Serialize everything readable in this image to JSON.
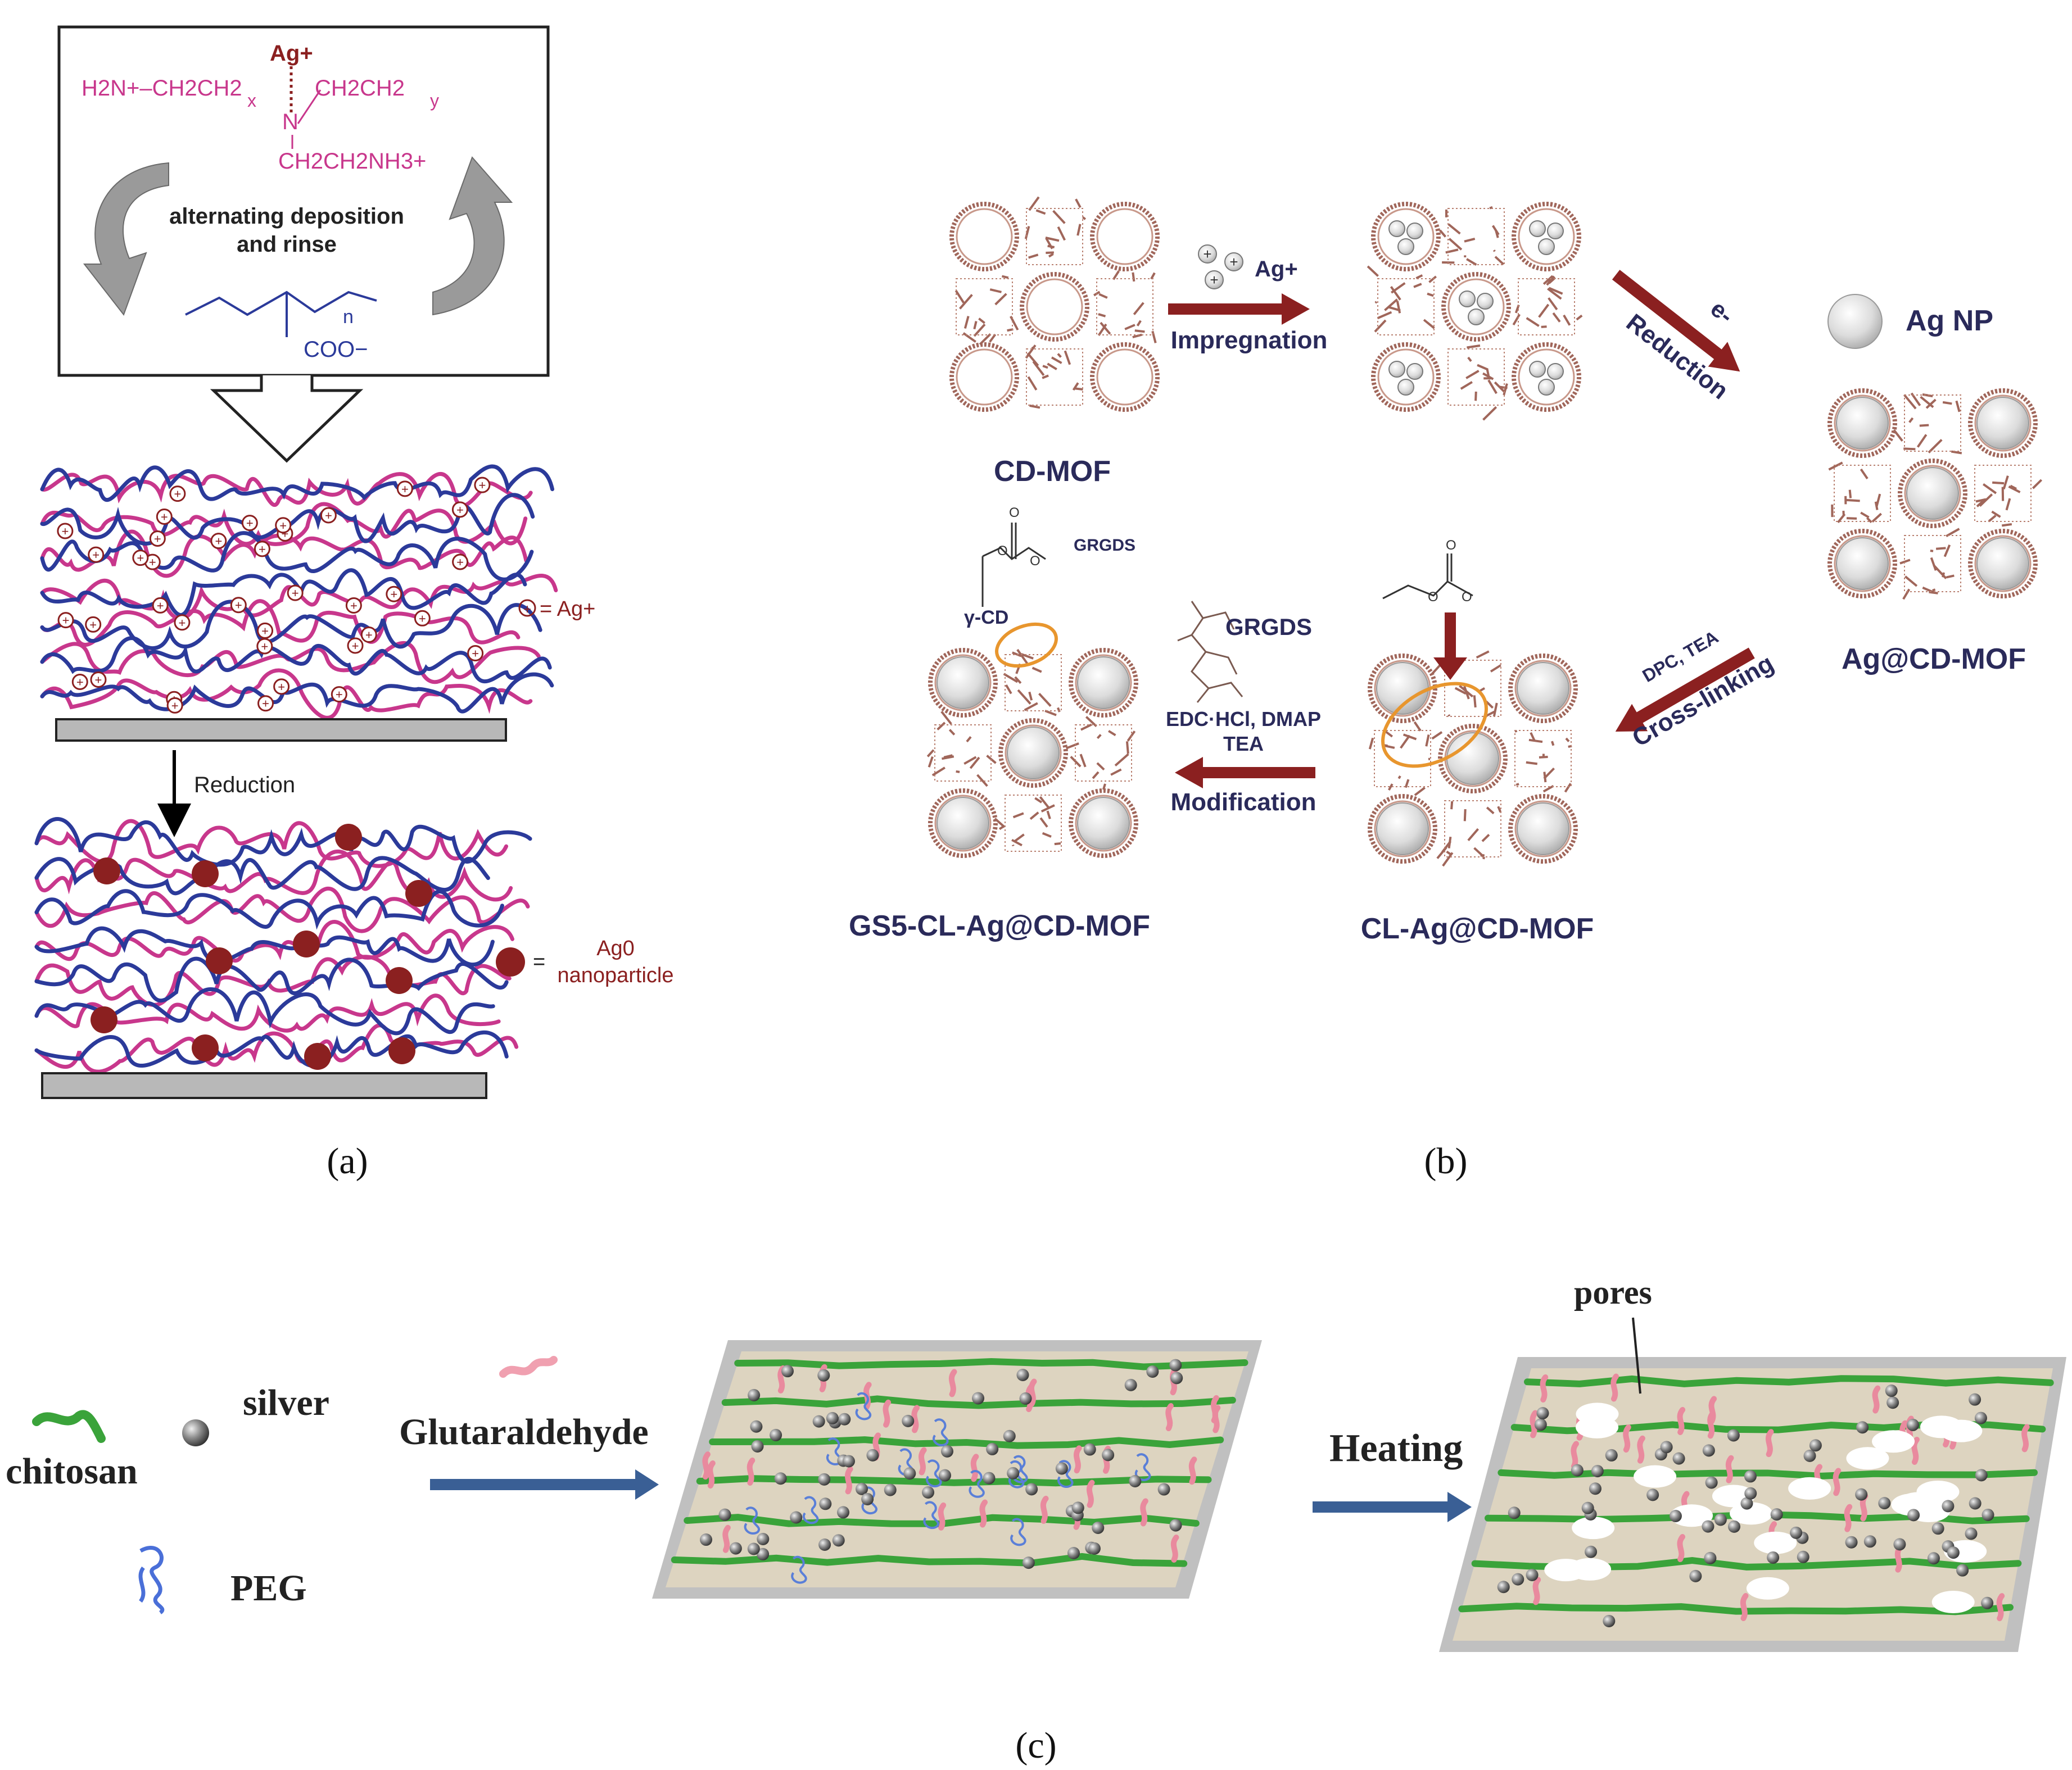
{
  "panel_a": {
    "caption": "(a)",
    "polymer_top": {
      "ag_plus": "Ag+",
      "unit1": "H2N+–CH2CH2",
      "x_sub": "x",
      "branch1": "CH2CH2",
      "y_sub": "y",
      "amine_branch": "CH2CH2NH3+",
      "n_sub": "n",
      "carboxylate": "COO−"
    },
    "process_label_line1": "alternating deposition",
    "process_label_line2": "and rinse",
    "legend_ion_symbol": "⊕",
    "legend_ion": "= Ag+",
    "reduction_label": "Reduction",
    "legend_np_eq": "=",
    "legend_np_line1": "Ag0",
    "legend_np_line2": "nanoparticle"
  },
  "panel_b": {
    "caption": "(b)",
    "ag_ion_label": "Ag+",
    "impregnation_label": "Impregnation",
    "reduction_prefix": "e-",
    "reduction_label": "Reduction",
    "ag_np_label": "Ag NP",
    "cdmof_label": "CD-MOF",
    "agcdmof_label": "Ag@CD-MOF",
    "crosslink_reagents": "DPC, TEA",
    "crosslink_label": "Cross-linking",
    "clagcdmof_label": "CL-Ag@CD-MOF",
    "grgds_label": "GRGDS",
    "grgds_small_label": "GRGDS",
    "gamma_cd_label": "γ-CD",
    "modification_reagents_line1": "EDC·HCl, DMAP",
    "modification_reagents_line2": "TEA",
    "modification_label": "Modification",
    "gs5_label": "GS5-CL-Ag@CD-MOF"
  },
  "panel_c": {
    "caption": "(c)",
    "chitosan_label": "chitosan",
    "silver_label": "silver",
    "peg_label": "PEG",
    "glutaraldehyde_label": "Glutaraldehyde",
    "heating_label": "Heating",
    "pores_label": "pores"
  },
  "colors": {
    "magenta_chain": "#c8378c",
    "blue_chain": "#2b3a9a",
    "dark_red": "#8b2020",
    "mof_brown": "#a0665a",
    "arrow_blue": "#3a5f95",
    "chitosan_green": "#3aa33a",
    "glut_pink": "#e98a9e",
    "peg_blue": "#5a7fd8",
    "orange_ring": "#e8962e",
    "sheet_beige": "#ddd4c0",
    "substrate_gray": "#c0c0c0"
  }
}
